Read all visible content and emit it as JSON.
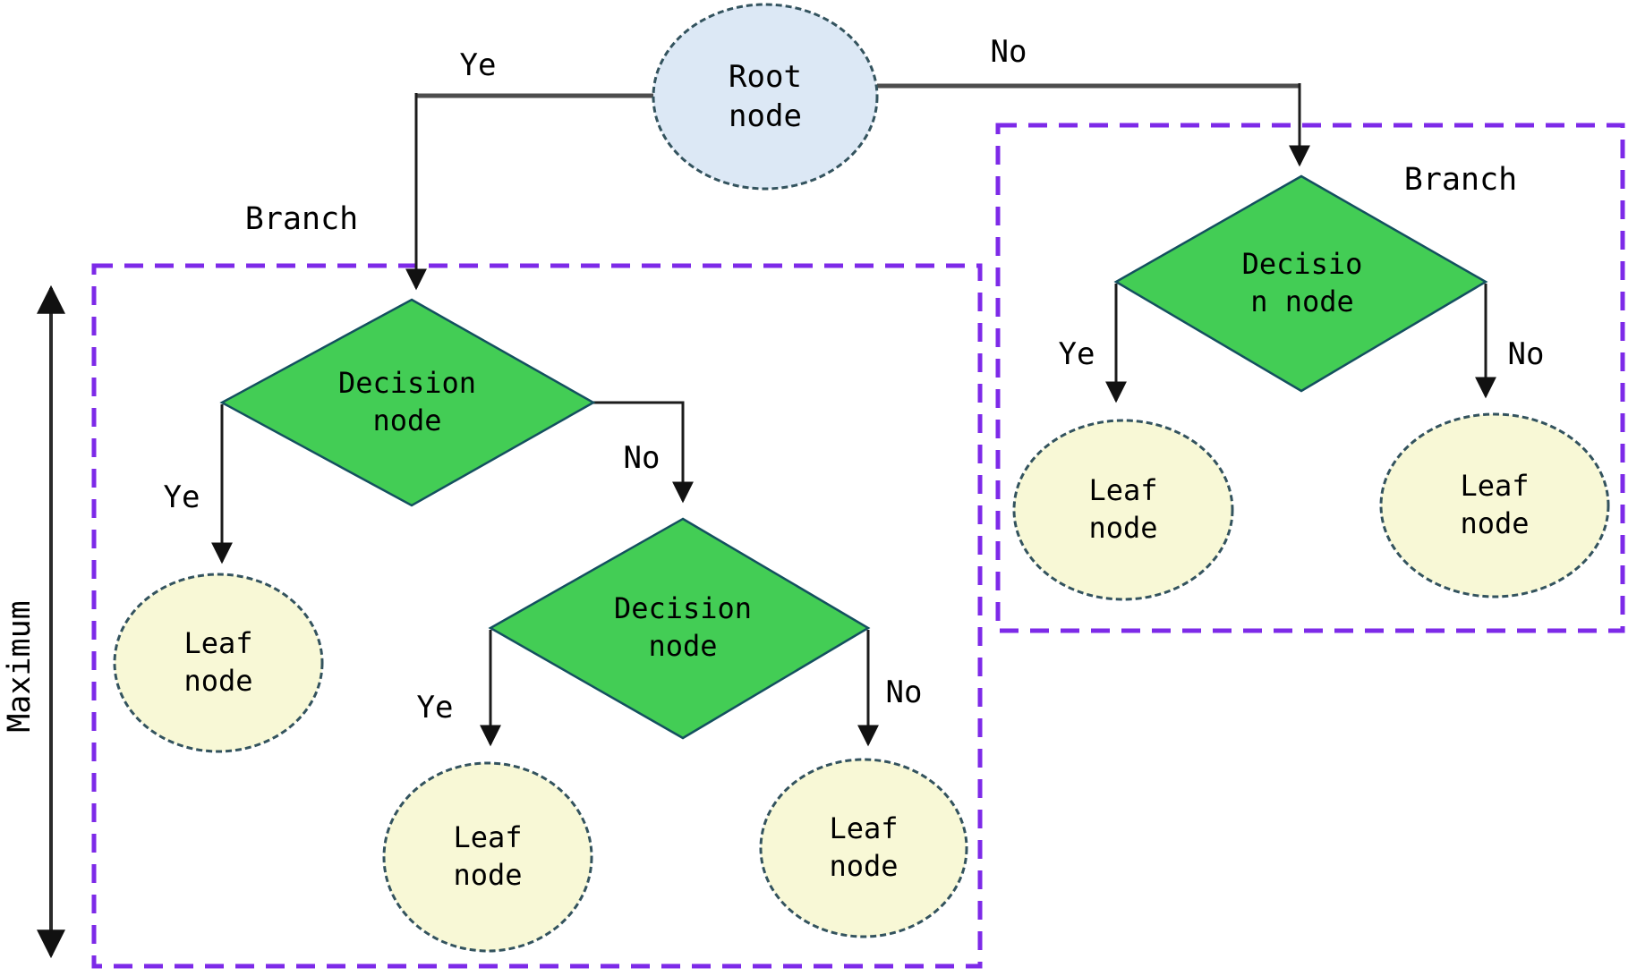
{
  "colors": {
    "root_fill": "#dce8f5",
    "decision_fill": "#43cd55",
    "leaf_fill": "#f8f8d6",
    "branch_box_border": "#7d2ae8",
    "edge_color": "#1c1c1c",
    "trunk_color": "#4d4d4d",
    "node_border": "#33535e",
    "diamond_border": "#14505f",
    "text_color": "#000000"
  },
  "nodes": {
    "root": {
      "type": "root",
      "label": "Root node",
      "lines": [
        "Root",
        "node"
      ]
    },
    "decision1": {
      "type": "decision",
      "label": "Decision node",
      "lines": [
        "Decision",
        "node"
      ]
    },
    "decision2": {
      "type": "decision",
      "label": "Decision node",
      "lines": [
        "Decision",
        "node"
      ]
    },
    "decision3": {
      "type": "decision",
      "label": "Decision node",
      "lines": [
        "Decisio",
        "n node"
      ]
    },
    "leaf1": {
      "type": "leaf",
      "label": "Leaf node",
      "lines": [
        "Leaf",
        "node"
      ]
    },
    "leaf2": {
      "type": "leaf",
      "label": "Leaf node",
      "lines": [
        "Leaf",
        "node"
      ]
    },
    "leaf3": {
      "type": "leaf",
      "label": "Leaf node",
      "lines": [
        "Leaf",
        "node"
      ]
    },
    "leaf4": {
      "type": "leaf",
      "label": "Leaf node",
      "lines": [
        "Leaf",
        "node"
      ]
    },
    "leaf5": {
      "type": "leaf",
      "label": "Leaf node",
      "lines": [
        "Leaf",
        "node"
      ]
    }
  },
  "edge_labels": {
    "root_yes": "Ye",
    "root_no": "No",
    "decision1_yes": "Ye",
    "decision1_no": "No",
    "decision2_yes": "Ye",
    "decision2_no": "No",
    "decision3_yes": "Ye",
    "decision3_no": "No"
  },
  "annotations": {
    "branch_left": "Branch",
    "branch_right": "Branch",
    "maximum": "Maximum"
  }
}
